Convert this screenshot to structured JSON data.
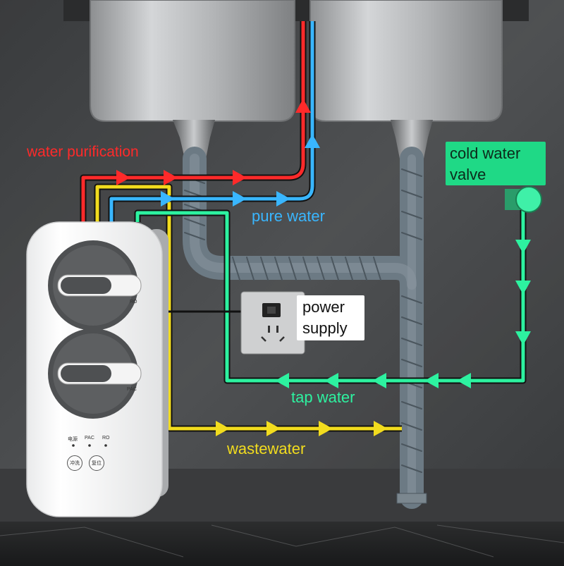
{
  "labels": {
    "water_purification": "water purification",
    "pure_water": "pure water",
    "tap_water": "tap water",
    "wastewater": "wastewater",
    "cold_water_valve": "cold water valve",
    "power_supply": "power supply"
  },
  "device": {
    "filter_top_label": "RO",
    "filter_bottom_label": "PAC",
    "indicators": [
      "电源",
      "PAC",
      "RO"
    ],
    "buttons": [
      "冲洗",
      "复位"
    ]
  },
  "colors": {
    "water_purification": "#ff2a2a",
    "pure_water": "#39b6ff",
    "tap_water": "#2df2a0",
    "wastewater": "#f2dc1e",
    "cold_water_valve_bg": "#1fd986"
  },
  "icons": [
    "flow-arrow-icon",
    "power-switch-icon",
    "power-outlet-icon",
    "valve-icon"
  ]
}
